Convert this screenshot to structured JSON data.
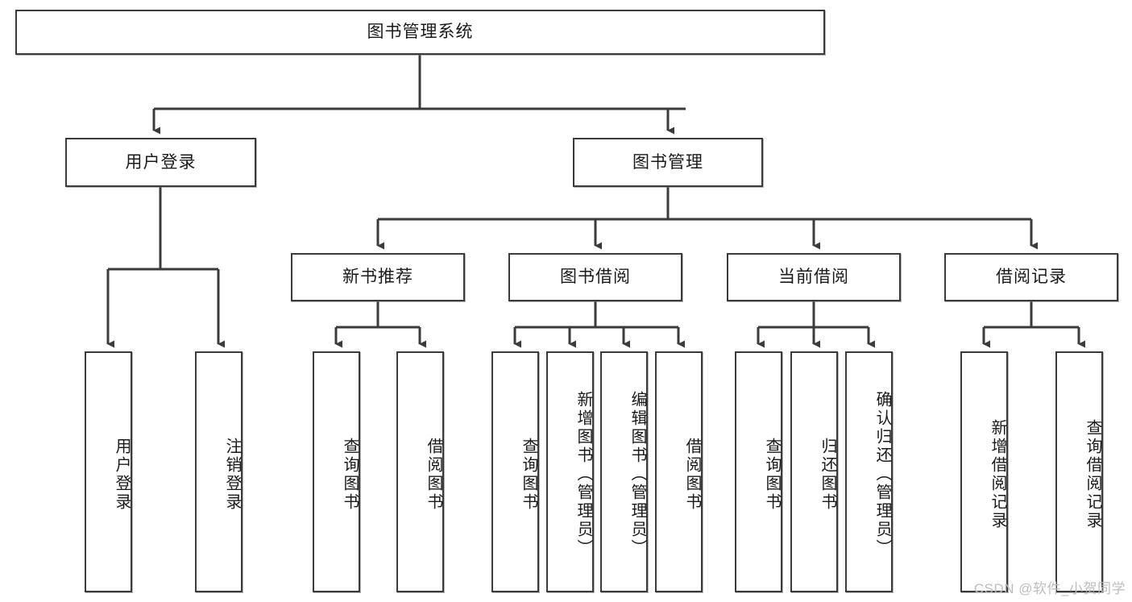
{
  "diagram": {
    "title": "图书管理系统",
    "type": "hierarchy-tree",
    "root": {
      "label": "图书管理系统"
    },
    "level2": [
      {
        "label": "用户登录"
      },
      {
        "label": "图书管理"
      }
    ],
    "level3": [
      {
        "label": "新书推荐"
      },
      {
        "label": "图书借阅"
      },
      {
        "label": "当前借阅"
      },
      {
        "label": "借阅记录"
      }
    ],
    "leaves": {
      "user_login": [
        {
          "label": "用户登录"
        },
        {
          "label": "注销登录"
        }
      ],
      "new_book_recommend": [
        {
          "label": "查询图书"
        },
        {
          "label": "借阅图书"
        }
      ],
      "book_borrow": [
        {
          "label": "查询图书"
        },
        {
          "label": "新增图书（管理员）"
        },
        {
          "label": "编辑图书（管理员）"
        },
        {
          "label": "借阅图书"
        }
      ],
      "current_borrow": [
        {
          "label": "查询图书"
        },
        {
          "label": "归还图书"
        },
        {
          "label": "确认归还（管理员）"
        }
      ],
      "borrow_record": [
        {
          "label": "新增借阅记录"
        },
        {
          "label": "查询借阅记录"
        }
      ]
    }
  },
  "watermark": {
    "text": "CSDN @软件_小贺同学"
  },
  "colors": {
    "stroke": "#3b3b3b",
    "box_fill": "#ffffff",
    "text": "#1a1a1a",
    "watermark": "#bdbdbd"
  }
}
